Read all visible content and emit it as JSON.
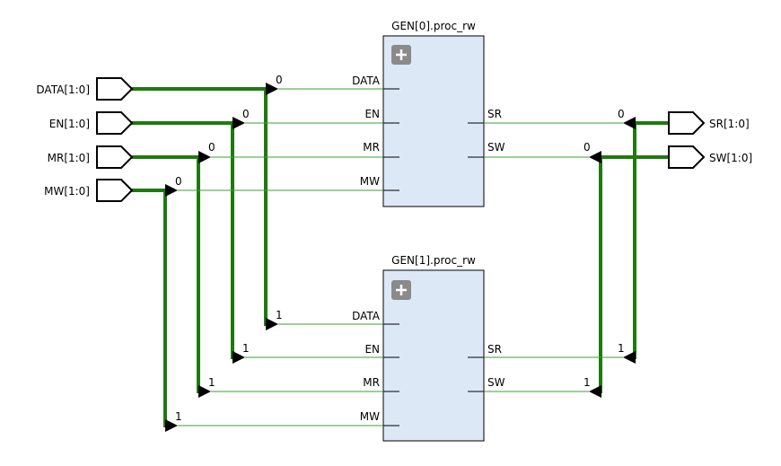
{
  "inputs": [
    {
      "label": "DATA[1:0]"
    },
    {
      "label": "EN[1:0]"
    },
    {
      "label": "MR[1:0]"
    },
    {
      "label": "MW[1:0]"
    }
  ],
  "outputs": [
    {
      "label": "SR[1:0]"
    },
    {
      "label": "SW[1:0]"
    }
  ],
  "blocks": [
    {
      "title": "GEN[0].proc_rw",
      "in_ports": [
        "DATA",
        "EN",
        "MR",
        "MW"
      ],
      "out_ports": [
        "SR",
        "SW"
      ]
    },
    {
      "title": "GEN[1].proc_rw",
      "in_ports": [
        "DATA",
        "EN",
        "MR",
        "MW"
      ],
      "out_ports": [
        "SR",
        "SW"
      ]
    }
  ],
  "rippers": {
    "in_top": [
      "0",
      "0",
      "0",
      "0"
    ],
    "in_bottom": [
      "1",
      "1",
      "1",
      "1"
    ],
    "out_top": [
      "0",
      "0"
    ],
    "out_bottom": [
      "1",
      "1"
    ]
  },
  "colors": {
    "bus": "#1e7a0e",
    "net": "#3aa030",
    "block_fill": "#dde8f7"
  }
}
